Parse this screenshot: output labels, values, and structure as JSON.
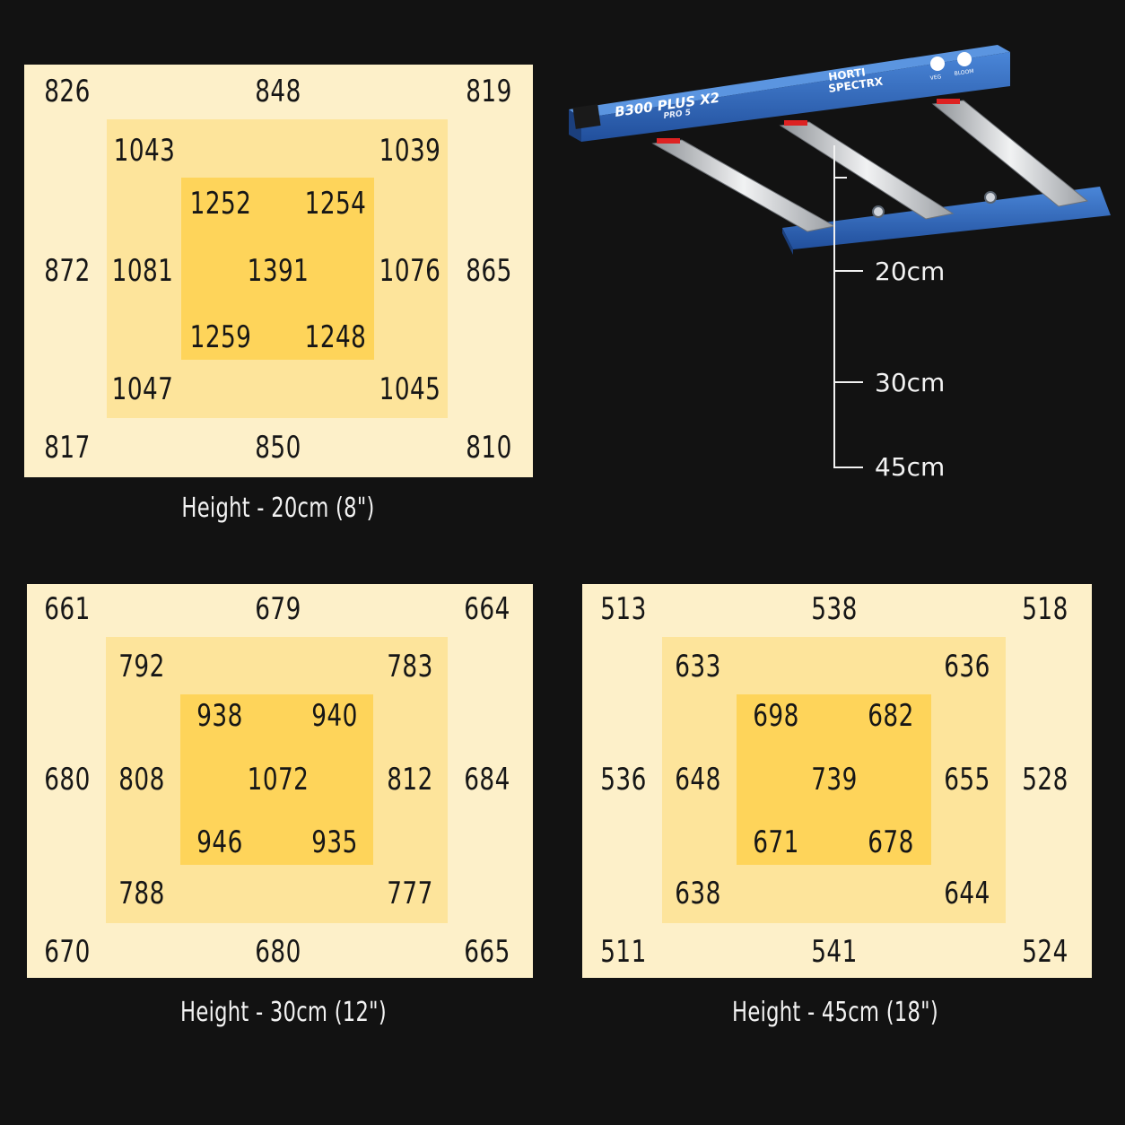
{
  "maps": [
    {
      "caption": "Height - 20cm (8\")",
      "outer": [
        "826",
        "848",
        "819",
        "872",
        "865",
        "817",
        "850",
        "810"
      ],
      "middle": [
        "1043",
        "1039",
        "1081",
        "1076",
        "1047",
        "1045"
      ],
      "core": [
        "1252",
        "1254",
        "1391",
        "1259",
        "1248"
      ]
    },
    {
      "caption": "Height - 30cm (12\")",
      "outer": [
        "661",
        "679",
        "664",
        "680",
        "684",
        "670",
        "680",
        "665"
      ],
      "middle": [
        "792",
        "783",
        "808",
        "812",
        "788",
        "777"
      ],
      "core": [
        "938",
        "940",
        "1072",
        "946",
        "935"
      ]
    },
    {
      "caption": "Height - 45cm (18\")",
      "outer": [
        "513",
        "538",
        "518",
        "536",
        "528",
        "511",
        "541",
        "524"
      ],
      "middle": [
        "633",
        "636",
        "648",
        "655",
        "638",
        "644"
      ],
      "core": [
        "698",
        "682",
        "739",
        "671",
        "678"
      ]
    }
  ],
  "fixture": {
    "model": "B300 PLUS X2",
    "series": "PRO 5",
    "brand_line1": "HORTI",
    "brand_line2": "SPECTRX",
    "switch_1": "VEG",
    "switch_2": "BLOOM",
    "heights": [
      "20cm",
      "30cm",
      "45cm"
    ]
  },
  "colors": {
    "background": "#121212",
    "outer_zone": "#fdf0c9",
    "middle_zone": "#fde49b",
    "core_zone": "#fed45a",
    "fixture_blue": "#2f63b3"
  }
}
